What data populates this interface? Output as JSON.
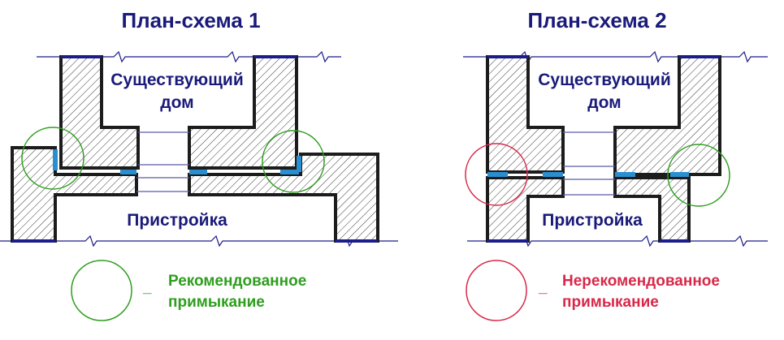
{
  "schemes": [
    {
      "title": "План-схема 1",
      "existing_label_line1": "Существующий",
      "existing_label_line2": "дом",
      "annex_label": "Пристройка"
    },
    {
      "title": "План-схема 2",
      "existing_label_line1": "Существующий",
      "existing_label_line2": "дом",
      "annex_label": "Пристройка"
    }
  ],
  "legend": [
    {
      "dash": "_",
      "line1": "Рекомендованное",
      "line2": "примыкание",
      "color": "#2e9e1e"
    },
    {
      "dash": "_",
      "line1": "Нерекомендованное",
      "line2": "примыкание",
      "color": "#d8284a"
    }
  ],
  "colors": {
    "recommended": "#2e9e1e",
    "not_recommended": "#d8284a",
    "text": "#1a1a7a",
    "joint": "#2a8fd0"
  }
}
